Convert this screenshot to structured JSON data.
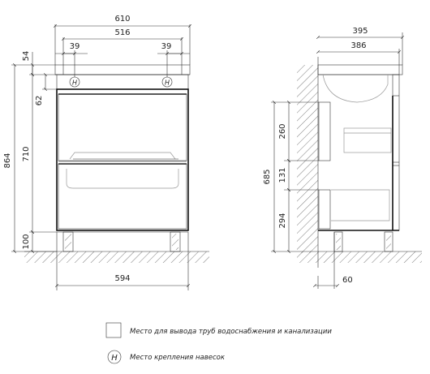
{
  "front_view": {
    "dimensions": {
      "overall_width": "610",
      "top_inner_width": "516",
      "left_hook_offset": "39",
      "right_hook_offset": "39",
      "overall_height": "864",
      "top_thickness": "54",
      "hook_zone": "62",
      "body_height": "710",
      "leg_height": "100",
      "base_width": "594"
    },
    "hook_symbol": "H"
  },
  "side_view": {
    "dimensions": {
      "depth_total": "395",
      "depth_body": "386",
      "zone_total": "685",
      "zone_top": "260",
      "zone_middle": "131",
      "zone_bottom": "294",
      "wall_offset": "60"
    }
  },
  "legend": {
    "hatch_label": "Место для вывода труб водоснабжения и канализации",
    "hook_symbol": "H",
    "hook_label": "Место крепления навесок"
  }
}
